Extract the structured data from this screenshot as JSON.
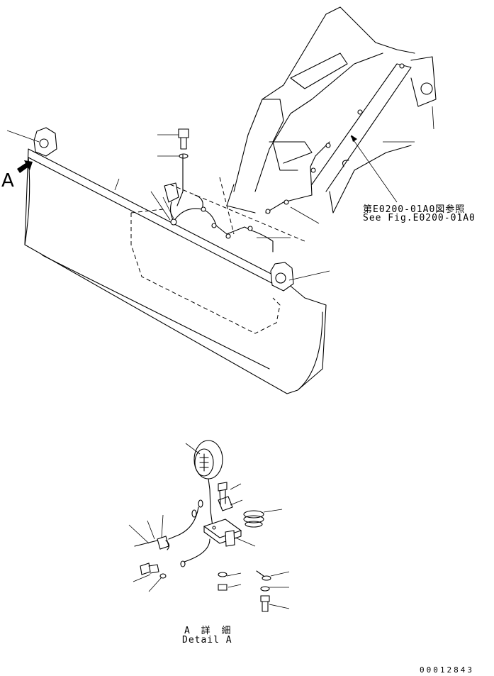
{
  "diagram": {
    "view_letter": "A",
    "reference_jp": "第E0200-01A0図参照",
    "reference_en": "See Fig.E0200-01A0",
    "detail_jp": "A 詳 細",
    "detail_en": "Detail A",
    "doc_number": "00012843"
  }
}
